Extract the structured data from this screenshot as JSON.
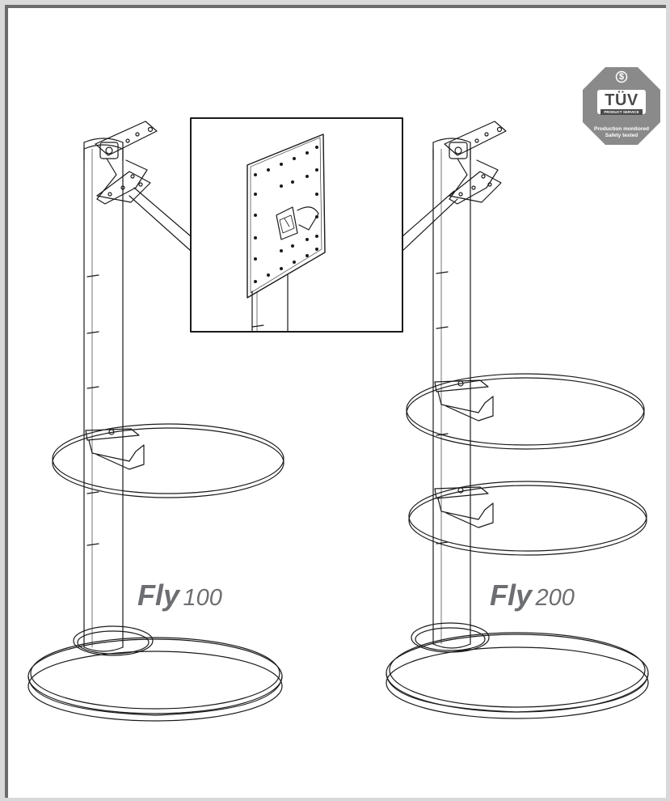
{
  "products": [
    {
      "brand": "Fly",
      "number": "100"
    },
    {
      "brand": "Fly",
      "number": "200"
    }
  ],
  "certification": {
    "symbol": "$",
    "mark": "TÜV",
    "service": "PRODUCT SERVICE",
    "line1": "Production monitored",
    "line2": "Safety tested"
  },
  "colors": {
    "frame": "#6b6b6b",
    "line_art": "#1a1a1a",
    "label_gray": "#6d6e71",
    "badge": "#8a8a8a"
  }
}
